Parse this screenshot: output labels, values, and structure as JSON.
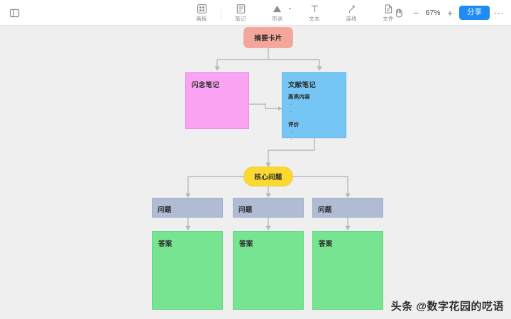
{
  "app": {
    "zoom_level": "67%",
    "accent_color": "#1f8bf5",
    "canvas_bg": "#efefef"
  },
  "toolbar": {
    "panel_toggle_icon": "sidebar-panel-icon",
    "tools": [
      {
        "id": "board",
        "label": "画板",
        "icon": "grid-board-icon"
      },
      {
        "id": "note",
        "label": "笔记",
        "icon": "note-lines-icon"
      },
      {
        "id": "shape",
        "label": "形状",
        "icon": "triangle-shape-icon",
        "has_dropdown": true
      },
      {
        "id": "text",
        "label": "文本",
        "icon": "text-t-icon"
      },
      {
        "id": "connector",
        "label": "连线",
        "icon": "connector-arrow-icon"
      },
      {
        "id": "file",
        "label": "文件",
        "icon": "file-document-icon"
      }
    ],
    "hand_tool_icon": "hand-pan-icon",
    "zoom_out_label": "−",
    "zoom_in_label": "+",
    "share_label": "分享",
    "more_label": "···"
  },
  "diagram": {
    "summary_card": {
      "label": "摘要卡片",
      "color": "#f4a69a"
    },
    "flash_note": {
      "label": "闪念笔记",
      "color": "#f9a3f2"
    },
    "literature_note": {
      "label": "文献笔记",
      "color": "#76c6f5",
      "sections": [
        {
          "heading": "高亮内容",
          "bullets": [
            "·",
            "·"
          ]
        },
        {
          "heading": "评价",
          "bullets": [
            "·",
            "·"
          ]
        }
      ]
    },
    "core_question": {
      "label": "核心问题",
      "color": "#fbd832"
    },
    "questions": [
      {
        "label": "问题",
        "color": "#b0bcd3"
      },
      {
        "label": "问题",
        "color": "#b0bcd3"
      },
      {
        "label": "问题",
        "color": "#b0bcd3"
      }
    ],
    "answers": [
      {
        "label": "答案",
        "color": "#76e490"
      },
      {
        "label": "答案",
        "color": "#76e490"
      },
      {
        "label": "答案",
        "color": "#76e490"
      }
    ]
  },
  "watermark": {
    "text": "头条 @数字花园的呓语"
  }
}
